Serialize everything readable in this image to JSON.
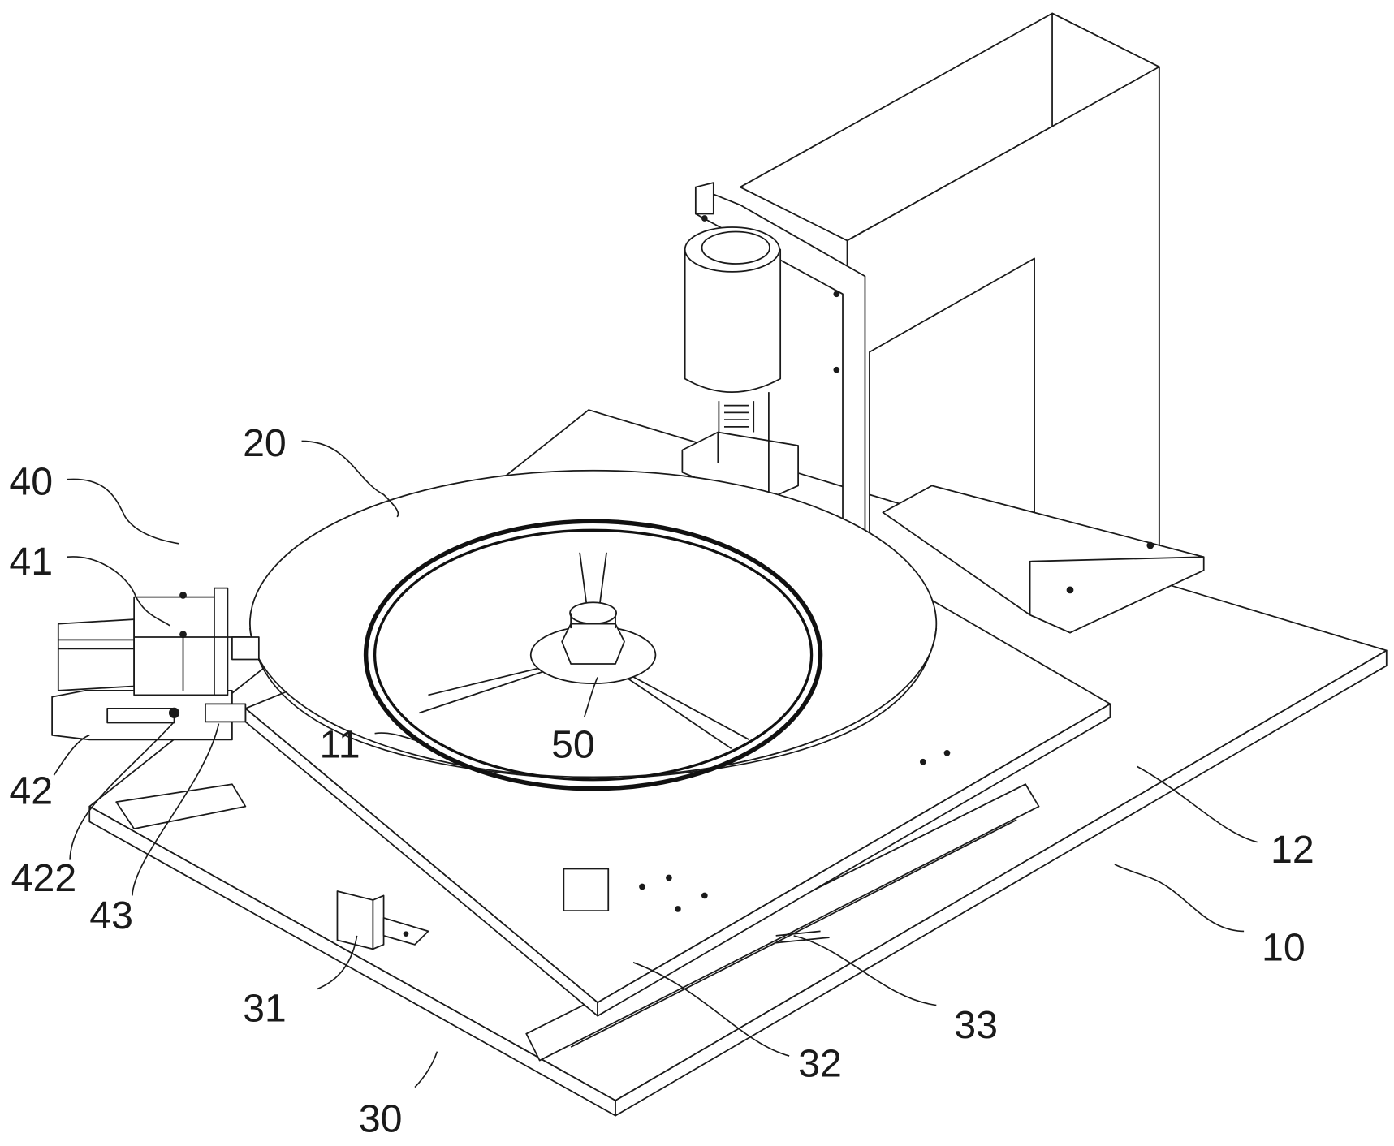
{
  "figure": {
    "labels": {
      "l10": "10",
      "l11": "11",
      "l12": "12",
      "l20": "20",
      "l30": "30",
      "l31": "31",
      "l32": "32",
      "l33": "33",
      "l40": "40",
      "l41": "41",
      "l42": "42",
      "l422": "422",
      "l43": "43",
      "l50": "50"
    }
  }
}
